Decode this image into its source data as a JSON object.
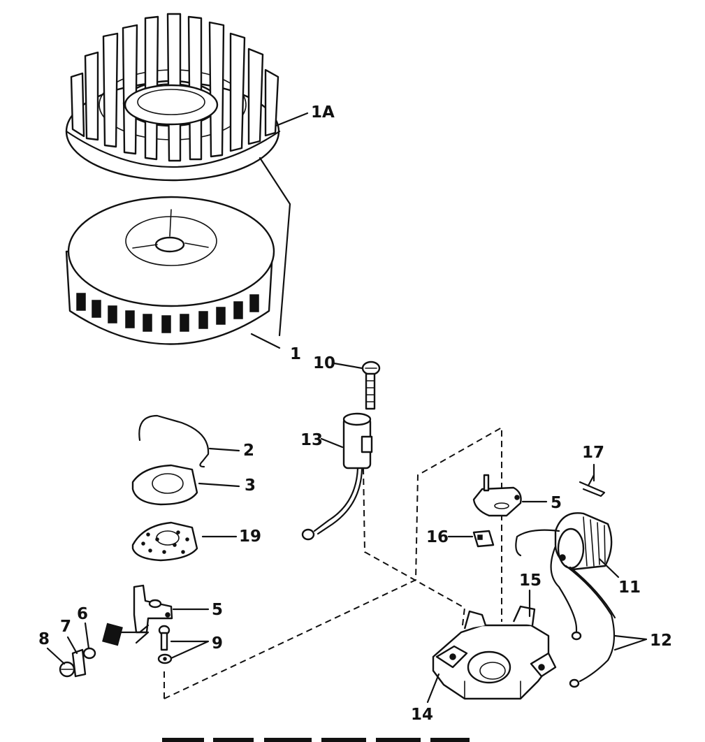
{
  "diagram": {
    "callouts": {
      "c1A": "1A",
      "c1": "1",
      "c10": "10",
      "c2": "2",
      "c3": "3",
      "c19": "19",
      "c13": "13",
      "c5a": "5",
      "c5b": "5",
      "c6": "6",
      "c7": "7",
      "c8": "8",
      "c9": "9",
      "c17": "17",
      "c16": "16",
      "c11": "11",
      "c15": "15",
      "c12": "12",
      "c14": "14"
    }
  }
}
